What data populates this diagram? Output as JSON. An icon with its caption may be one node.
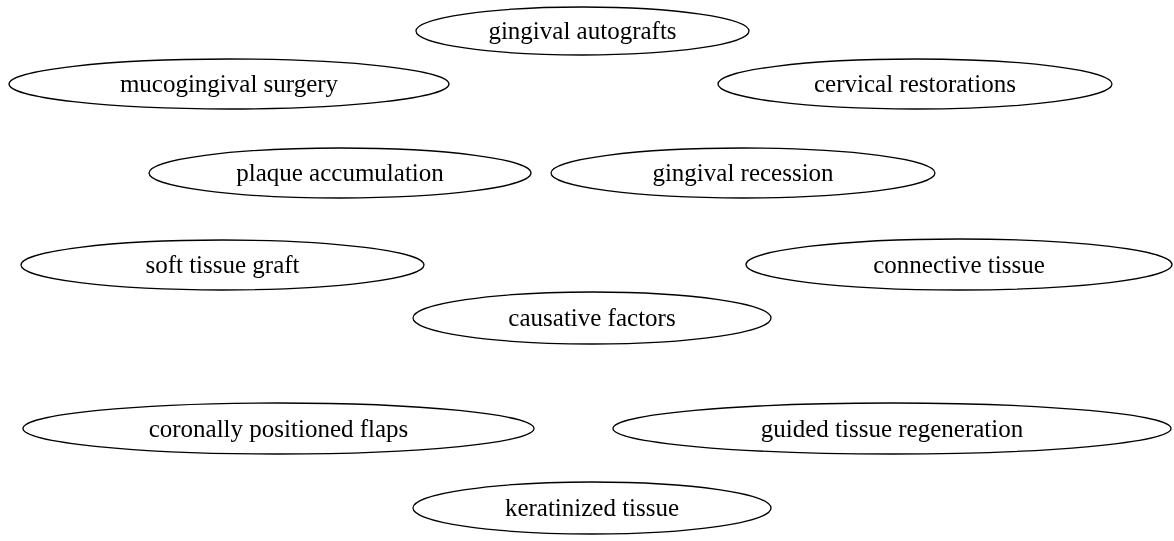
{
  "diagram": {
    "nodes": [
      {
        "text": [
          "gingival autografts"
        ]
      },
      {
        "text": [
          "mucogingival surgery"
        ]
      },
      {
        "text": [
          "cervical restorations"
        ]
      },
      {
        "text": [
          "plaque accumulation"
        ]
      },
      {
        "text": [
          "gingival recession"
        ]
      },
      {
        "text": [
          "soft tissue graft"
        ]
      },
      {
        "text": [
          "connective tissue"
        ]
      },
      {
        "text": [
          "causative factors"
        ]
      },
      {
        "text": [
          "coronally positioned flaps"
        ]
      },
      {
        "text": [
          "guided tissue regeneration"
        ]
      },
      {
        "text": [
          "keratinized tissue"
        ]
      }
    ]
  }
}
